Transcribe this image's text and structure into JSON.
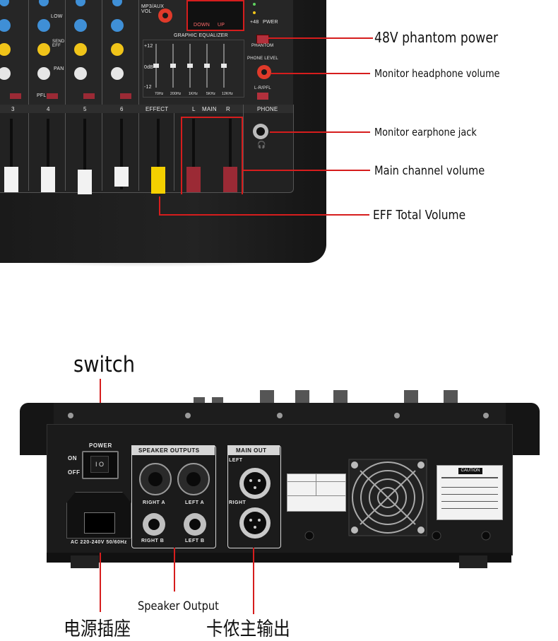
{
  "top_section": {
    "callouts": {
      "phantom": "48V phantom power",
      "headphone_volume": "Monitor headphone volume",
      "earphone_jack": "Monitor earphone jack",
      "main_volume": "Main channel volume",
      "eff_volume": "EFF Total Volume"
    },
    "mixer_labels": {
      "ch3": "3",
      "ch4": "4",
      "ch5": "5",
      "ch6": "6",
      "effect": "EFFECT",
      "main": "MAIN",
      "main_l": "L",
      "main_r": "R",
      "phone": "PHONE",
      "graphic_eq": "GRAPHIC EQUALIZER",
      "phantom_btn": "PHANTOM",
      "phone_level": "PHONE LEVEL",
      "lr_pfl": "L-R/PFL",
      "mp3_vol": "MP3/AUX VOL",
      "down": "DOWN",
      "up": "UP",
      "pwer": "PWER",
      "plus48": "+48",
      "low": "LOW",
      "send_eff": "SEND EFF",
      "pan": "PAN",
      "pfl": "PFL",
      "eq_freqs": [
        "70Hz",
        "200Hz",
        "1KHz",
        "5KHz",
        "12KHz"
      ],
      "eq_scale": [
        "+12",
        "0dB",
        "-12"
      ]
    }
  },
  "bottom_section": {
    "callouts": {
      "switch": "switch",
      "speaker_output": "Speaker Output",
      "power_socket_cn": "电源插座",
      "main_out_cn": "卡侬主输出"
    },
    "panel_labels": {
      "power": "POWER",
      "on": "ON",
      "off": "OFF",
      "speaker_outputs": "SPEAKER OUTPUTS",
      "right_a": "RIGHT A",
      "left_a": "LEFT A",
      "right_b": "RIGHT B",
      "left_b": "LEFT B",
      "main_out": "MAIN OUT",
      "left": "LEFT",
      "right": "RIGHT",
      "ac_input": "AC 220-240V 50/60Hz",
      "caution": "CAUTION"
    }
  },
  "colors": {
    "accent_red": "#d61d1d",
    "device_black": "#1b1b1b",
    "knob_blue": "#3f8fd6",
    "knob_yellow": "#f0c419",
    "fader_red": "#9b2a35",
    "fader_yellow": "#f4d000"
  }
}
